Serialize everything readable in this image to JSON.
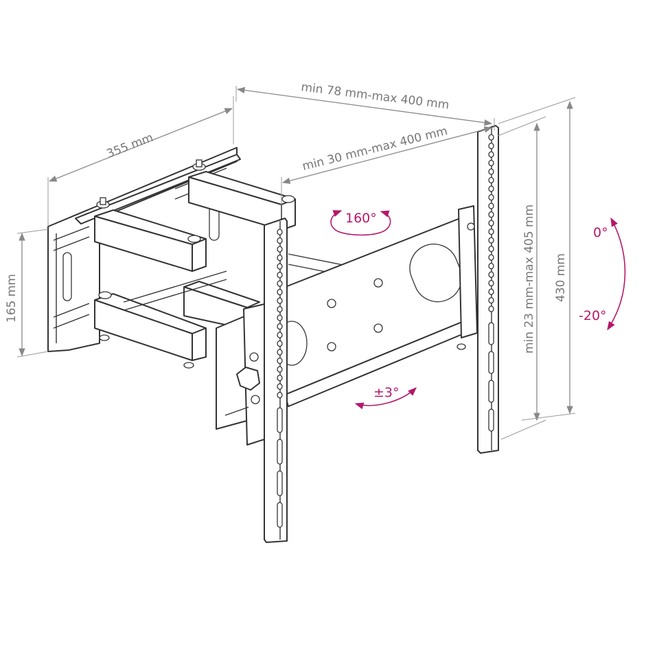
{
  "dimensions": {
    "depth": "355 mm",
    "top_width": "min 78 mm-max 400 mm",
    "arm_width": "min 30 mm-max 400 mm",
    "wall_height": "165 mm",
    "vesa_height": "min 23 mm-max 405 mm",
    "total_height": "430 mm"
  },
  "rotations": {
    "swivel": "160°",
    "tilt_up": "0°",
    "tilt_down": "-20°",
    "level": "±3°"
  },
  "colors": {
    "line": "#333333",
    "dimension": "#777777",
    "accent": "#b5176b"
  }
}
